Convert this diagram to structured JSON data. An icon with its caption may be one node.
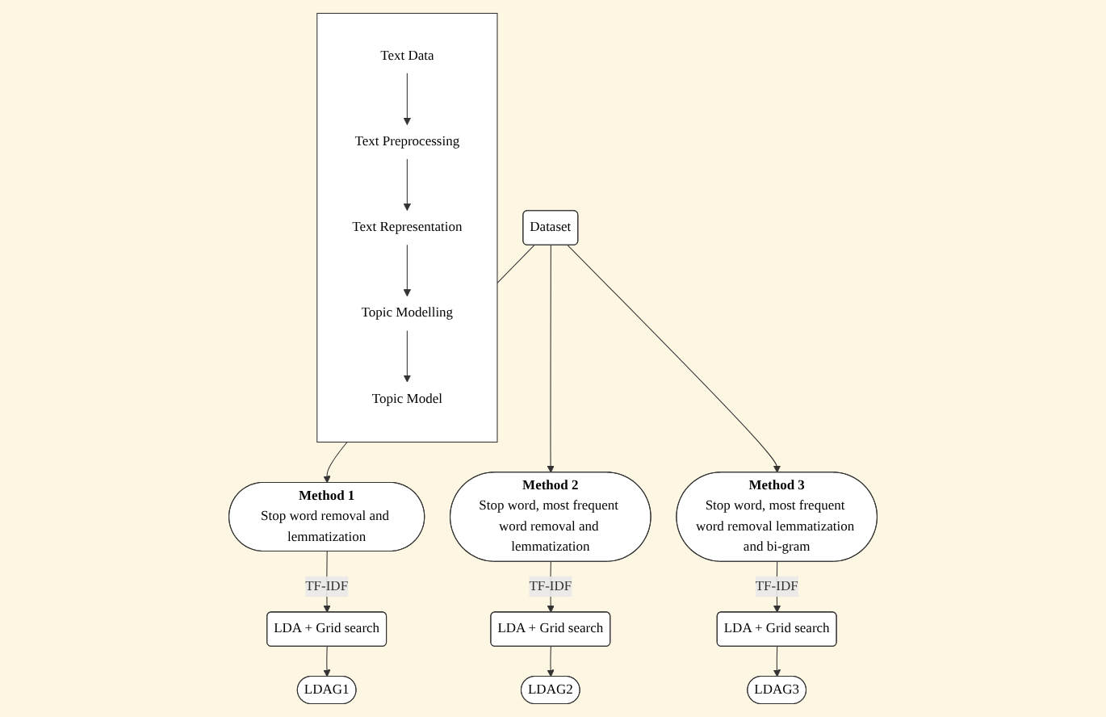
{
  "diagram": {
    "nodes": [
      {
        "text": [],
        "shape": "box"
      },
      {
        "text": [
          "Text Data"
        ],
        "in": 0
      },
      {
        "text": [
          "Text Preprocessing"
        ],
        "in": 0
      },
      {
        "text": [
          "Text Representation"
        ],
        "in": 0
      },
      {
        "text": [
          "Topic Modelling"
        ],
        "in": 0
      },
      {
        "text": [
          "Topic Model"
        ],
        "in": 0
      },
      {
        "text": [
          "Dataset"
        ]
      },
      {
        "text": [
          "Method 1",
          "Stop word removal and lemmatization"
        ]
      },
      {
        "text": [
          "Method 2",
          "Stop word, most frequent word removal and lemmatization"
        ]
      },
      {
        "text": [
          "Method 3",
          "Stop word, most frequent word removal lemmatization and bi-gram"
        ]
      },
      {
        "text": [
          "LDA + Grid search"
        ]
      },
      {
        "text": [
          "LDA + Grid search"
        ]
      },
      {
        "text": [
          "LDA + Grid search"
        ]
      },
      {
        "text": [
          "LDAG1"
        ]
      },
      {
        "text": [
          "LDAG2"
        ]
      },
      {
        "text": [
          "LDAG3"
        ]
      }
    ],
    "edges": [
      {
        "from": 1,
        "to": 2,
        "arrow": "to"
      },
      {
        "from": 2,
        "to": 3,
        "arrow": "to"
      },
      {
        "from": 3,
        "to": 4,
        "arrow": "to"
      },
      {
        "from": 4,
        "to": 5,
        "arrow": "to"
      },
      {
        "from": 6,
        "to": 7,
        "arrow": "to"
      },
      {
        "from": 6,
        "to": 8,
        "arrow": "to"
      },
      {
        "from": 6,
        "to": 9,
        "arrow": "to"
      },
      {
        "from": 7,
        "to": 10,
        "arrow": "to",
        "label": "TF-IDF"
      },
      {
        "from": 8,
        "to": 11,
        "arrow": "to",
        "label": "TF-IDF"
      },
      {
        "from": 9,
        "to": 12,
        "arrow": "to",
        "label": "TF-IDF"
      },
      {
        "from": 10,
        "to": 13,
        "arrow": "to"
      },
      {
        "from": 11,
        "to": 14,
        "arrow": "to"
      },
      {
        "from": 12,
        "to": 15,
        "arrow": "to"
      }
    ]
  }
}
